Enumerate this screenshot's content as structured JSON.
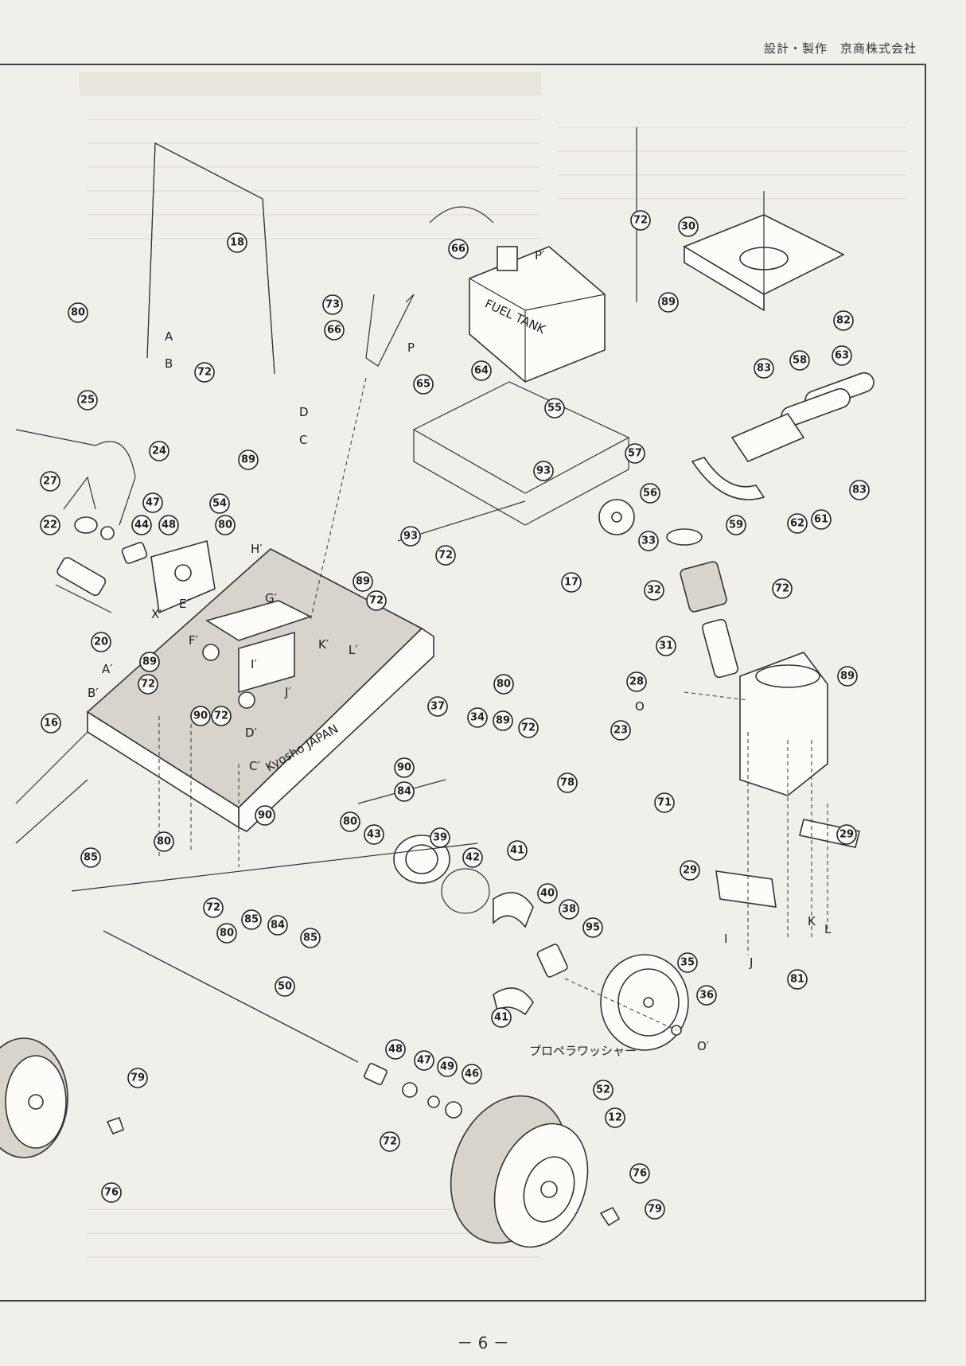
{
  "header": {
    "credit": "設計・製作　京商株式会社"
  },
  "labels": {
    "fuel_tank": "FUEL TANK",
    "chassis_mark": "Kyosho JAPAN",
    "propeller_washer": "プロペラワッシャー"
  },
  "callouts": [
    "18",
    "80",
    "72",
    "89",
    "25",
    "24",
    "27",
    "22",
    "47",
    "44",
    "48",
    "54",
    "80",
    "20",
    "73",
    "66",
    "65",
    "64",
    "66",
    "72",
    "30",
    "89",
    "82",
    "83",
    "58",
    "63",
    "61",
    "62",
    "59",
    "83",
    "55",
    "57",
    "56",
    "93",
    "72",
    "93",
    "17",
    "33",
    "32",
    "31",
    "72",
    "89",
    "28",
    "23",
    "78",
    "71",
    "16",
    "37",
    "34",
    "89",
    "72",
    "90",
    "84",
    "80",
    "85",
    "80",
    "85",
    "84",
    "85",
    "90",
    "72",
    "80",
    "43",
    "39",
    "42",
    "41",
    "40",
    "38",
    "95",
    "41",
    "35",
    "36",
    "29",
    "29",
    "81",
    "50",
    "48",
    "47",
    "49",
    "46",
    "72",
    "52",
    "12",
    "76",
    "79",
    "79",
    "76",
    "89",
    "72",
    "72",
    "89",
    "90",
    "72",
    "80"
  ],
  "letters": [
    "A",
    "B",
    "C",
    "D",
    "P",
    "P′",
    "H′",
    "G′",
    "E′",
    "X′",
    "F′",
    "I′",
    "J′",
    "K′",
    "L′",
    "A′",
    "B′",
    "D′",
    "C′",
    "O",
    "O′",
    "I",
    "J",
    "K",
    "L"
  ],
  "footer": {
    "page_number": "－ 6 －"
  }
}
